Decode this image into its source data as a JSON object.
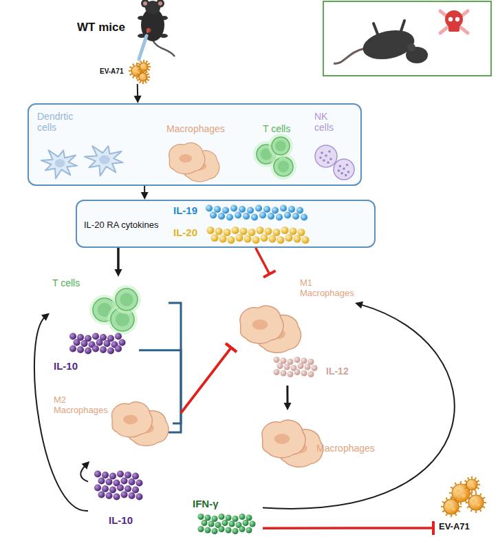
{
  "diagram": {
    "nodes": [
      {
        "text": [
          "EV-A71"
        ]
      },
      {
        "text": [
          "Dendrtic cells",
          "Macrophages",
          "T cells",
          "NK cells"
        ]
      },
      {
        "text": [
          "IL-20 RA cytokines",
          "IL-19",
          "IL-20"
        ]
      },
      {
        "text": [
          "T cells"
        ]
      },
      {
        "text": [
          "IL-10"
        ]
      },
      {
        "text": [
          "M2 Macrophages"
        ]
      },
      {
        "text": [
          "IL-10"
        ]
      },
      {
        "text": [
          "M1 Macrophages"
        ]
      },
      {
        "text": [
          "IL-12"
        ]
      },
      {
        "text": [
          "Macrophages"
        ]
      },
      {
        "text": [
          "IFN-γ"
        ]
      },
      {
        "text": [
          "EV-A71"
        ]
      }
    ],
    "edges": [
      {
        "from": 0,
        "to": 1,
        "arrow": "to"
      },
      {
        "from": 1,
        "to": 2,
        "arrow": "to"
      },
      {
        "from": 2,
        "to": 3,
        "arrow": "to"
      },
      {
        "from": 2,
        "to": 7,
        "arrow": "to"
      },
      {
        "from": 4,
        "to": 7,
        "arrow": "to"
      },
      {
        "from": 5,
        "to": 7,
        "arrow": "to"
      },
      {
        "from": 6,
        "to": 3,
        "arrow": "to"
      },
      {
        "from": 6,
        "to": 5,
        "arrow": "to"
      },
      {
        "from": 8,
        "to": 9,
        "arrow": "to"
      },
      {
        "from": 10,
        "to": 7,
        "arrow": "to"
      },
      {
        "from": 10,
        "to": 11,
        "arrow": "to"
      }
    ],
    "labels": [
      "WT mice"
    ]
  }
}
